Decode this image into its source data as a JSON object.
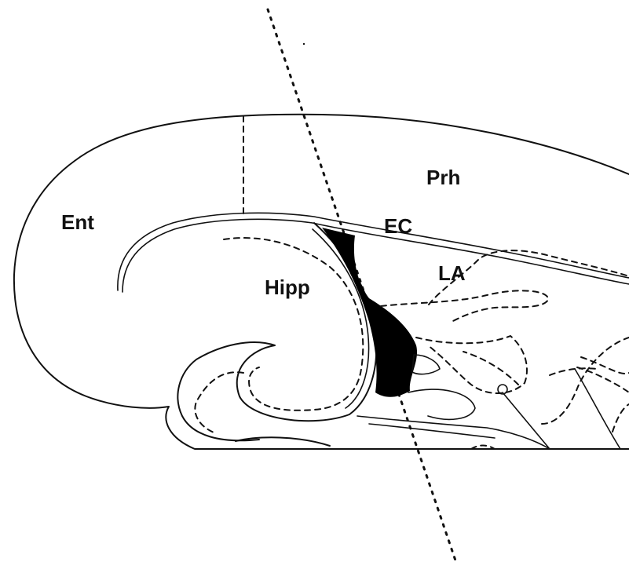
{
  "diagram": {
    "labels": {
      "ent": "Ent",
      "prh": "Prh",
      "ec": "EC",
      "la": "LA",
      "hipp": "Hipp"
    },
    "colors": {
      "line": "#111111",
      "background": "#ffffff",
      "fill_region": "#000000"
    }
  }
}
